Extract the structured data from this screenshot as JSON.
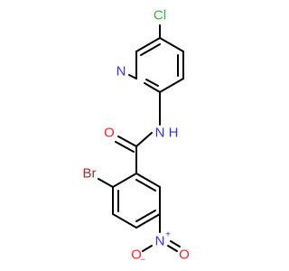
{
  "molecule": {
    "atoms": {
      "cl": {
        "label": "Cl",
        "color": "#2db92d"
      },
      "n_pyridine": {
        "label": "N",
        "color": "#3030ff"
      },
      "nh": {
        "label": "N",
        "h_label": "H",
        "color": "#3030ff"
      },
      "o_carbonyl": {
        "label": "O",
        "color": "#ff2020"
      },
      "br": {
        "label": "Br",
        "color": "#a52a2a"
      },
      "n_nitro": {
        "label": "N",
        "charge": "+",
        "color": "#3030ff"
      },
      "o_nitro_1": {
        "label": "O",
        "charge": "−",
        "color": "#ff2020"
      },
      "o_nitro_2": {
        "label": "O",
        "color": "#ff2020"
      }
    }
  }
}
